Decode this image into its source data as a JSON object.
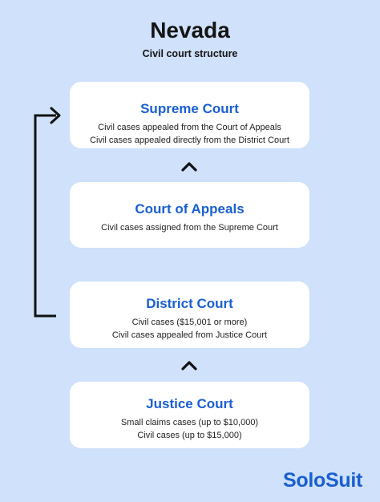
{
  "header": {
    "title": "Nevada",
    "subtitle": "Civil court structure"
  },
  "courts": {
    "supreme": {
      "name": "Supreme Court",
      "lines": [
        "Civil cases appealed from the Court of Appeals",
        "Civil cases appealed directly from the District Court"
      ]
    },
    "appeals": {
      "name": "Court of Appeals",
      "lines": [
        "Civil cases assigned from the Supreme Court"
      ]
    },
    "district": {
      "name": "District Court",
      "lines": [
        "Civil cases ($15,001 or more)",
        "Civil cases appealed from Justice Court"
      ]
    },
    "justice": {
      "name": "Justice Court",
      "lines": [
        "Small claims cases (up to $10,000)",
        "Civil cases (up to $15,000)"
      ]
    }
  },
  "logo": {
    "text": "SoloSuit"
  },
  "colors": {
    "background": "#cfe1fb",
    "accent": "#1a5fd0",
    "card": "#ffffff",
    "arrow": "#111111"
  },
  "icons": {
    "up_chevron": "chevron-up-icon",
    "bypass_arrow": "bracket-arrow-icon"
  }
}
